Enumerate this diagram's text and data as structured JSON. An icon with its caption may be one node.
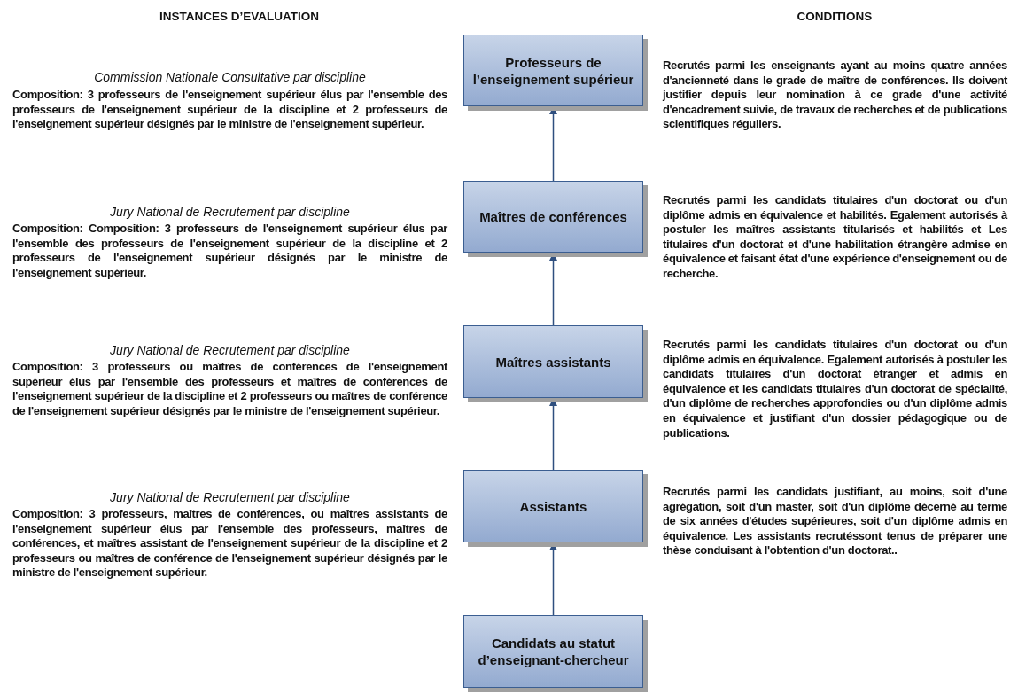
{
  "diagram": {
    "nodes": [
      {
        "text": [
          "Professeurs de l’enseignement supérieur"
        ]
      },
      {
        "text": [
          "Maîtres de conférences"
        ]
      },
      {
        "text": [
          "Maîtres assistants"
        ]
      },
      {
        "text": [
          "Assistants"
        ]
      },
      {
        "text": [
          "Candidats au statut d’enseignant-chercheur"
        ]
      }
    ],
    "edges": [
      {
        "from": 4,
        "to": 3,
        "arrow": "to"
      },
      {
        "from": 3,
        "to": 2,
        "arrow": "to"
      },
      {
        "from": 2,
        "to": 1,
        "arrow": "to"
      },
      {
        "from": 1,
        "to": 0,
        "arrow": "to"
      }
    ],
    "labels": [
      "INSTANCES D’EVALUATION",
      "CONDITIONS",
      "Commission Nationale Consultative par discipline",
      "Composition: 3 professeurs de l'enseignement supérieur élus par l'ensemble des professeurs de l'enseignement supérieur de la discipline et 2 professeurs de l'enseignement supérieur désignés par le ministre de l'enseignement supérieur.",
      "Jury National de Recrutement par discipline",
      "Composition: Composition: 3 professeurs de l'enseignement supérieur élus par l'ensemble des professeurs de l'enseignement supérieur de la discipline et 2 professeurs de l'enseignement supérieur désignés par le ministre de l'enseignement supérieur.",
      "Jury National de Recrutement par discipline",
      "Composition: 3 professeurs ou maîtres de conférences de l'enseignement supérieur élus par l'ensemble des professeurs et maîtres de conférences de l'enseignement supérieur de la discipline et 2 professeurs ou maîtres de conférence de l'enseignement supérieur désignés par le ministre de l'enseignement supérieur.",
      "Jury National de Recrutement par discipline",
      "Composition: 3 professeurs, maîtres de conférences, ou maîtres assistants de l'enseignement supérieur élus par l'ensemble des professeurs, maîtres de conférences, et maîtres assistant de l'enseignement supérieur de la discipline et 2 professeurs ou maîtres de conférence de l'enseignement supérieur désignés par le ministre de l'enseignement supérieur.",
      "Recrutés parmi les enseignants ayant au moins quatre années d'ancienneté dans le grade de maître de conférences. Ils doivent justifier depuis leur nomination à ce grade d'une activité d'encadrement suivie, de travaux de recherches et de publications scientifiques réguliers.",
      "Recrutés parmi les candidats titulaires d'un doctorat ou d'un diplôme admis en équivalence et habilités. Egalement autorisés à postuler les maîtres assistants titularisés et habilités et Les titulaires d'un doctorat et d'une habilitation étrangère admise en équivalence et faisant état d'une expérience d'enseignement ou de recherche.",
      "Recrutés parmi les candidats titulaires d'un doctorat ou d'un diplôme admis en équivalence. Egalement autorisés à postuler les candidats titulaires d'un doctorat étranger et admis en équivalence et les candidats titulaires d'un doctorat de spécialité, d'un diplôme de recherches approfondies ou d'un diplôme admis en équivalence et justifiant d'un dossier pédagogique ou de publications.",
      "Recrutés parmi les candidats justifiant, au moins, soit d'une agrégation, soit d'un master, soit d'un diplôme décerné au terme de six années d'études supérieures, soit d'un diplôme admis en équivalence. Les assistants recrutéssont tenus de préparer une thèse conduisant à l'obtention d'un doctorat.."
    ]
  }
}
